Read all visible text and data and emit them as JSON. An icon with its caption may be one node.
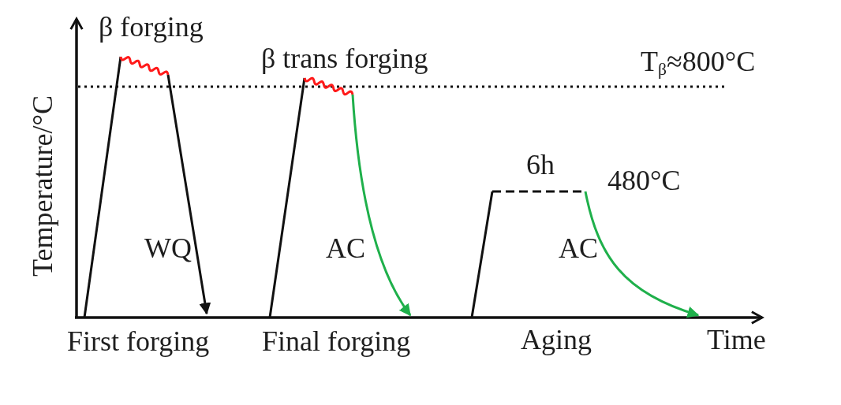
{
  "diagram": {
    "labels": [
      "β forging",
      "β trans forging",
      "T$_{β}$≈800°C",
      "Temperature/°C",
      "6h",
      "480°C",
      "WQ",
      "AC",
      "AC",
      "First forging",
      "Final forging",
      "Aging",
      "Time"
    ]
  }
}
